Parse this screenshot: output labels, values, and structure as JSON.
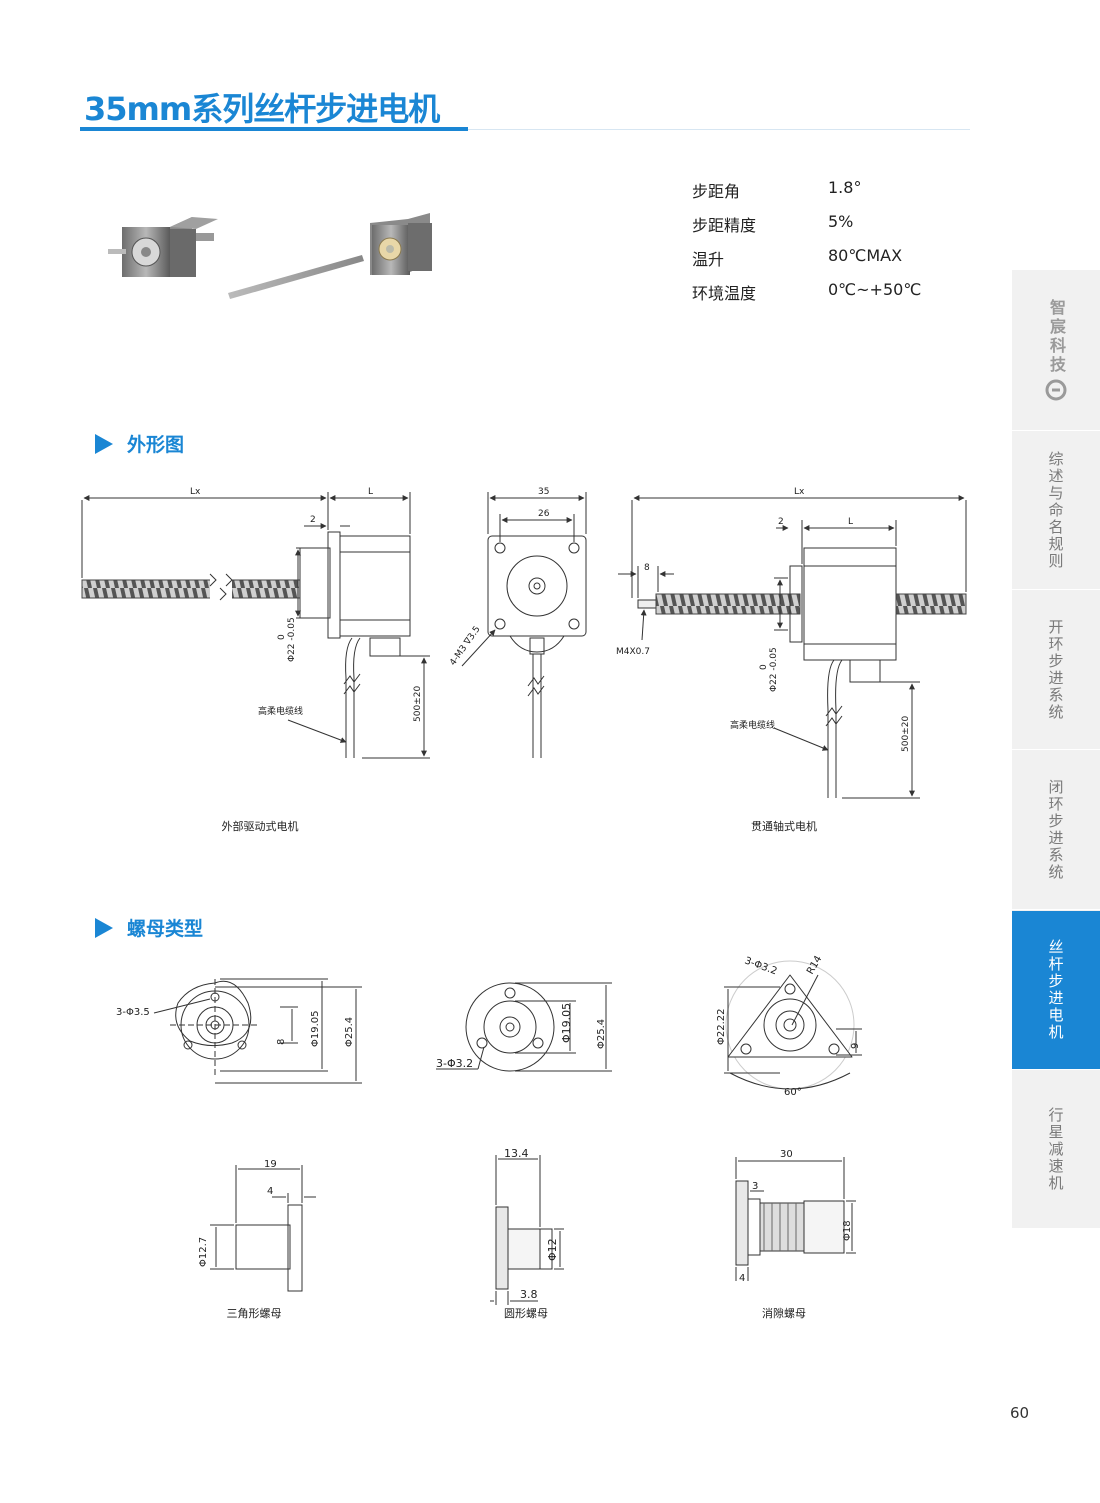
{
  "title": "35mm系列丝杆步进电机",
  "specs": [
    {
      "label": "步距角",
      "value": "1.8°"
    },
    {
      "label": "步距精度",
      "value": "5%"
    },
    {
      "label": "温升",
      "value": "80℃MAX"
    },
    {
      "label": "环境温度",
      "value": "0℃~+50℃"
    }
  ],
  "sections": {
    "outline": "外形图",
    "nut_types": "螺母类型"
  },
  "outline": {
    "external": {
      "caption": "外部驱动式电机",
      "dim_lx": "Lx",
      "dim_l": "L",
      "dim_2": "2",
      "dim_dia": "Φ22 -0.05",
      "dim_dia_top": "0",
      "cable": "高柔电缆线",
      "cable_len": "500±20"
    },
    "front": {
      "dim_35": "35",
      "dim_26": "26",
      "holes": "4-M3 ∇3.5"
    },
    "through": {
      "caption": "贯通轴式电机",
      "dim_lx": "Lx",
      "dim_l": "L",
      "dim_2": "2",
      "dim_8": "8",
      "thread": "M4X0.7",
      "dim_dia": "Φ22 -0.05",
      "dim_dia_top": "0",
      "cable": "高柔电缆线",
      "cable_len": "500±20"
    }
  },
  "nuts": {
    "triangle": {
      "caption": "三角形螺母",
      "holes": "3-Φ3.5",
      "d8": "8",
      "d19": "Φ19.05",
      "d25": "Φ25.4",
      "len19": "19",
      "len4": "4",
      "d127": "Φ12.7"
    },
    "round": {
      "caption": "圆形螺母",
      "holes": "3-Φ3.2",
      "d19": "Φ19.05",
      "d25": "Φ25.4",
      "len134": "13.4",
      "d12": "Φ12",
      "len38": "3.8"
    },
    "antibacklash": {
      "caption": "消隙螺母",
      "holes": "3-Φ3.2",
      "r14": "R14",
      "d22": "Φ22.22",
      "d9": "9",
      "ang": "60°",
      "len30": "30",
      "len3": "3",
      "d18": "Φ18",
      "len4": "4"
    }
  },
  "sidebar": {
    "brand": "智宸科技",
    "items": [
      "综述与命名规则",
      "开环步进系统",
      "闭环步进系统",
      "丝杆步进电机",
      "行星减速机"
    ],
    "active": "丝杆步进电机"
  },
  "page_number": "60",
  "colors": {
    "accent": "#1a86d4",
    "sidebar_bg": "#f1f1f1"
  }
}
